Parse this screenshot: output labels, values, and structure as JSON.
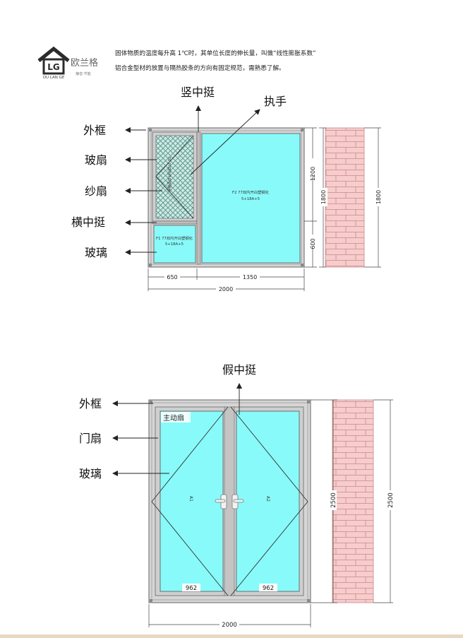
{
  "header": {
    "brand_name": "欧兰格",
    "logo_letters": "LG",
    "logo_sub": "OU  LAN  GE",
    "logo_slogan": "静音·节能",
    "text_line1": "固体物质的温度每升高 1℃时，其单位长度的伸长量，叫做“线性膨胀系数”",
    "text_line2": "铝合金型材的放置与隔热胶条的方向有固定规范，需熟悉了解。"
  },
  "window_diagram": {
    "callouts_left": [
      "外框",
      "玻扇",
      "纱扇",
      "横中挺",
      "玻璃"
    ],
    "callout_top_mullion": "竖中挺",
    "callout_top_handle": "执手",
    "pane_large_line1": "F2 77双内开白塑钢化",
    "pane_large_line2": "5+18A+5",
    "pane_small_line1": "F1 77双内开白塑钢化",
    "pane_small_line2": "5+18A+5",
    "sash_rotated_text": "T1 77双内开白塑钢化",
    "dim_upper": "1200",
    "dim_lower": "600",
    "dim_height_inner": "1800",
    "dim_height_outer": "1800",
    "dim_width_left": "650",
    "dim_width_right": "1350",
    "dim_width_total": "2000"
  },
  "door_diagram": {
    "callouts_left": [
      "外框",
      "门扇",
      "玻璃"
    ],
    "callout_top": "假中挺",
    "active_leaf_label": "主动扇",
    "leaf_left_label": "A1",
    "leaf_right_label": "A2",
    "dim_leaf_left": "962",
    "dim_leaf_right": "962",
    "dim_width_total": "2000",
    "dim_height_inner": "2500",
    "dim_height_outer": "2500"
  },
  "colors": {
    "glass": "#88fafa",
    "frame": "#d6d6d6",
    "brick": "#f7cccc",
    "brick_line": "#c98a8a",
    "line": "#333333"
  }
}
